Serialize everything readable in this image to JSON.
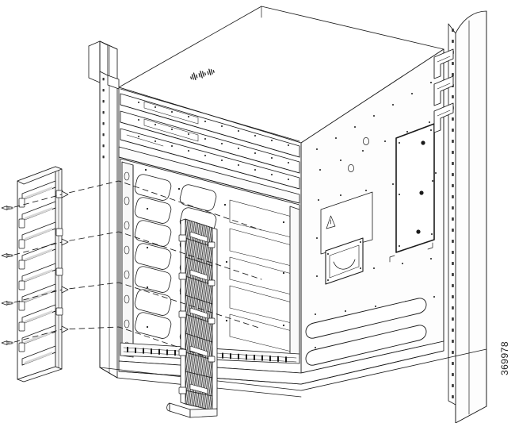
{
  "illustration": {
    "title": "Cisco chassis vertical cable management bracket installation",
    "type": "technical-line-art",
    "figure_number": "369978",
    "brand_logo_text": "cisco",
    "line_color": "#1a1a1a",
    "background_color": "#ffffff",
    "fill_light": "#ffffff",
    "fill_shadow": "#e8e8e8",
    "hatch_color": "#4a4a4a"
  },
  "parts": {
    "cable_bracket": {
      "label": "vertical cable management bracket",
      "rung_count": 9,
      "position": "left, exploded away from chassis"
    },
    "screws": {
      "label": "mounting screws",
      "count": 4,
      "position": "far left, exploded"
    },
    "alignment_lines": {
      "label": "dashed assembly alignment lines",
      "count": 4,
      "style": "dashed"
    },
    "cable_guide_panel": {
      "label": "installed vertical cable guide panel",
      "segment_count": 10,
      "position": "center of chassis front"
    },
    "chassis": {
      "label": "switch chassis",
      "card_slot_columns": 2,
      "card_slots_per_column": 7,
      "top_shelf_plates": 3,
      "warning_label": "warning-triangle",
      "side_access_panel": true,
      "side_handle": true,
      "bottom_rails": 2
    },
    "rack": {
      "label": "equipment rack",
      "left_post": true,
      "right_post": true,
      "mounting_brackets": 3,
      "right_post_hole_count": 34
    }
  }
}
